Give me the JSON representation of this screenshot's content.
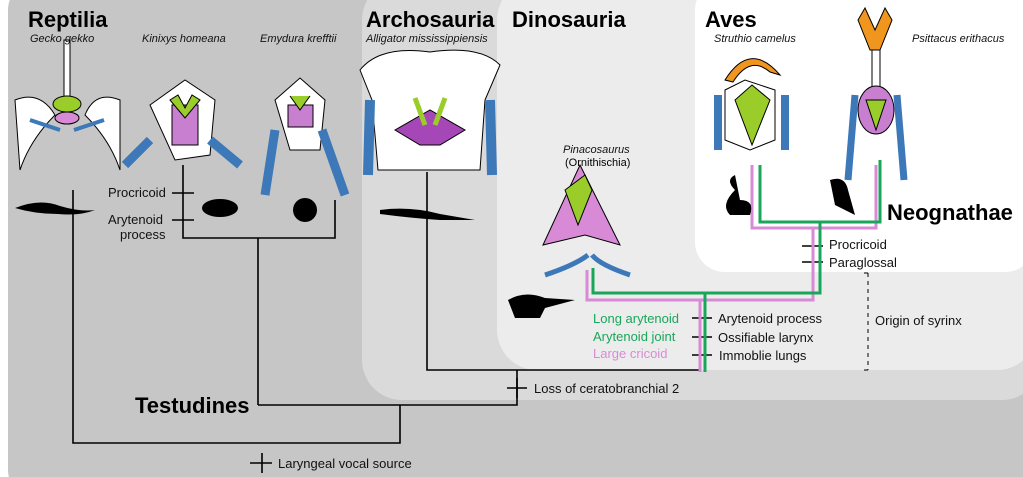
{
  "clades": {
    "reptilia": "Reptilia",
    "archosauria": "Archosauria",
    "dinosauria": "Dinosauria",
    "aves": "Aves",
    "testudines": "Testudines",
    "neognathae": "Neognathae"
  },
  "species": {
    "gecko": "Gecko gekko",
    "kinixys": "Kinixys homeana",
    "emydura": "Emydura krefftii",
    "alligator": "Alligator mississippiensis",
    "pinacosaurus": "Pinacosaurus",
    "ornithischia": "(Ornithischia)",
    "struthio": "Struthio camelus",
    "psittacus": "Psittacus erithacus"
  },
  "characters": {
    "procricoid_turtle": "Procricoid",
    "arytenoid_process_turtle_1": "Arytenoid",
    "arytenoid_process_turtle_2": "process",
    "long_arytenoid": "Long arytenoid",
    "arytenoid_joint": "Arytenoid joint",
    "large_cricoid": "Large cricoid",
    "arytenoid_process": "Arytenoid process",
    "ossifiable_larynx": "Ossifiable larynx",
    "immobile_lungs": "Immoblie lungs",
    "procricoid_aves": "Procricoid",
    "paraglossal": "Paraglossal",
    "origin_syrinx": "Origin of syrinx",
    "loss_ceratobranchial": "Loss of ceratobranchial 2",
    "laryngeal_source": "Laryngeal vocal source"
  },
  "colors": {
    "green": "#1aa65a",
    "pink": "#d98ad6",
    "cartilage_blue": "#3d78b8",
    "cartilage_green": "#9acd2a",
    "cartilage_purple": "#a647b8",
    "bird_orange": "#f0961e"
  }
}
